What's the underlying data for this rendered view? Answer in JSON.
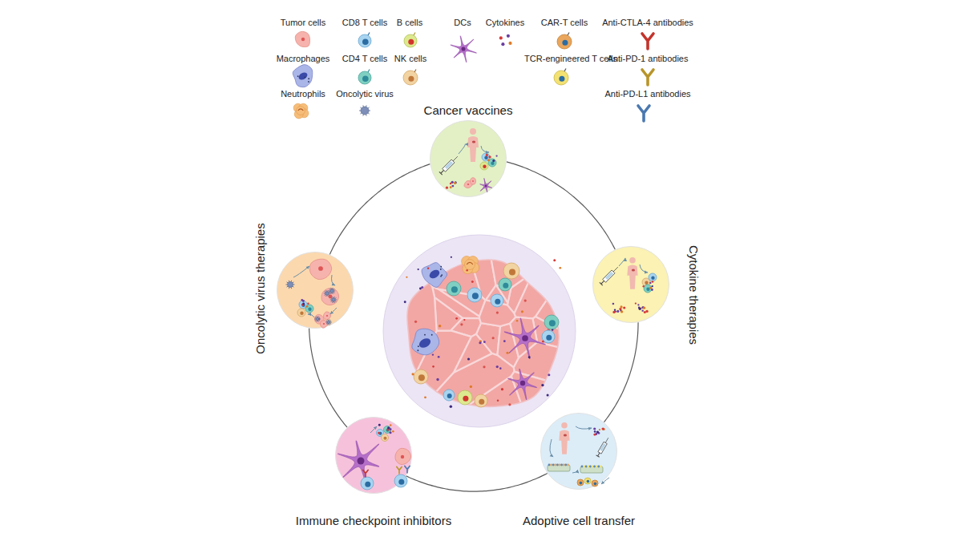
{
  "diagram": {
    "nodes": [
      {
        "text": [
          "Cancer vaccines"
        ]
      },
      {
        "text": [
          "Cytokine therapies"
        ]
      },
      {
        "text": [
          "Adoptive cell transfer"
        ]
      },
      {
        "text": [
          "Immune checkpoint inhibitors"
        ]
      },
      {
        "text": [
          "Oncolytic virus therapies"
        ]
      }
    ],
    "edges": [
      {
        "from": 0,
        "to": 1,
        "arrow": "none"
      },
      {
        "from": 1,
        "to": 2,
        "arrow": "none"
      },
      {
        "from": 2,
        "to": 3,
        "arrow": "none"
      },
      {
        "from": 3,
        "to": 4,
        "arrow": "none"
      },
      {
        "from": 4,
        "to": 0,
        "arrow": "none"
      }
    ],
    "legend": [
      {
        "text": "Tumor cells"
      },
      {
        "text": "CD8 T cells"
      },
      {
        "text": "B cells"
      },
      {
        "text": "DCs"
      },
      {
        "text": "Cytokines"
      },
      {
        "text": "CAR-T cells"
      },
      {
        "text": "Anti-CTLA-4 antibodies"
      },
      {
        "text": "Macrophages"
      },
      {
        "text": "CD4 T cells"
      },
      {
        "text": "NK cells"
      },
      {
        "text": "TCR-engineered T cells"
      },
      {
        "text": "Anti-PD-1 antibodies"
      },
      {
        "text": "Neutrophils"
      },
      {
        "text": "Oncolytic virus"
      },
      {
        "text": "Anti-PD-L1 antibodies"
      }
    ]
  }
}
